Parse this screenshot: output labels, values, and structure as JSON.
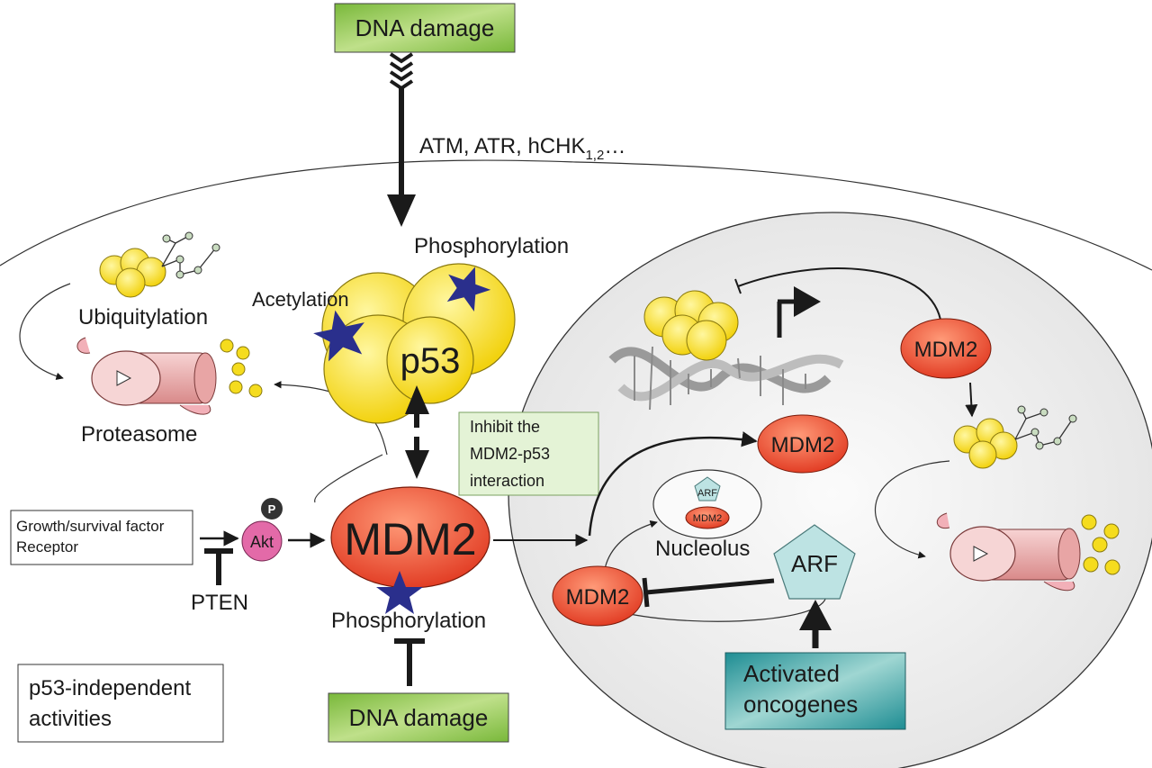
{
  "top_box": {
    "label": "DNA damage"
  },
  "kinases": {
    "main": "ATM, ATR, hCHK",
    "sub": "1,2",
    "tail": "…"
  },
  "left": {
    "ubiquitylation": "Ubiquitylation",
    "proteasome": "Proteasome",
    "acetylation": "Acetylation",
    "phosphorylation_top": "Phosphorylation",
    "p53": "p53"
  },
  "inhibit_box": {
    "line1": "Inhibit the",
    "line2": "MDM2-p53",
    "line3": "interaction"
  },
  "growth_box": {
    "line1": "Growth/survival factor",
    "line2": "Receptor"
  },
  "akt": {
    "label": "Akt",
    "p": "P"
  },
  "pten": "PTEN",
  "mdm2_center": "MDM2",
  "phosphorylation_bottom": "Phosphorylation",
  "bottom_box": {
    "label": "DNA damage"
  },
  "independent_box": {
    "line1": "p53-independent",
    "line2": "activities"
  },
  "nucleus": {
    "mdm2_top": "MDM2",
    "mdm2_mid": "MDM2",
    "mdm2_left": "MDM2",
    "arf_small": "ARF",
    "mdm2_small": "MDM2",
    "nucleolus": "Nucleolus",
    "arf": "ARF"
  },
  "oncogene_box": {
    "line1": "Activated",
    "line2": "oncogenes"
  },
  "colors": {
    "green_box": "#8cc34a",
    "light_green_box": "#e4f3d6",
    "teal_box": "#2a9ea4",
    "yellow": "#f5dc1e",
    "red_oval": "#e8472c",
    "pink_akt": "#e36aa8",
    "star_blue": "#2a2f8c",
    "nucleus_fill": "#ececec"
  }
}
